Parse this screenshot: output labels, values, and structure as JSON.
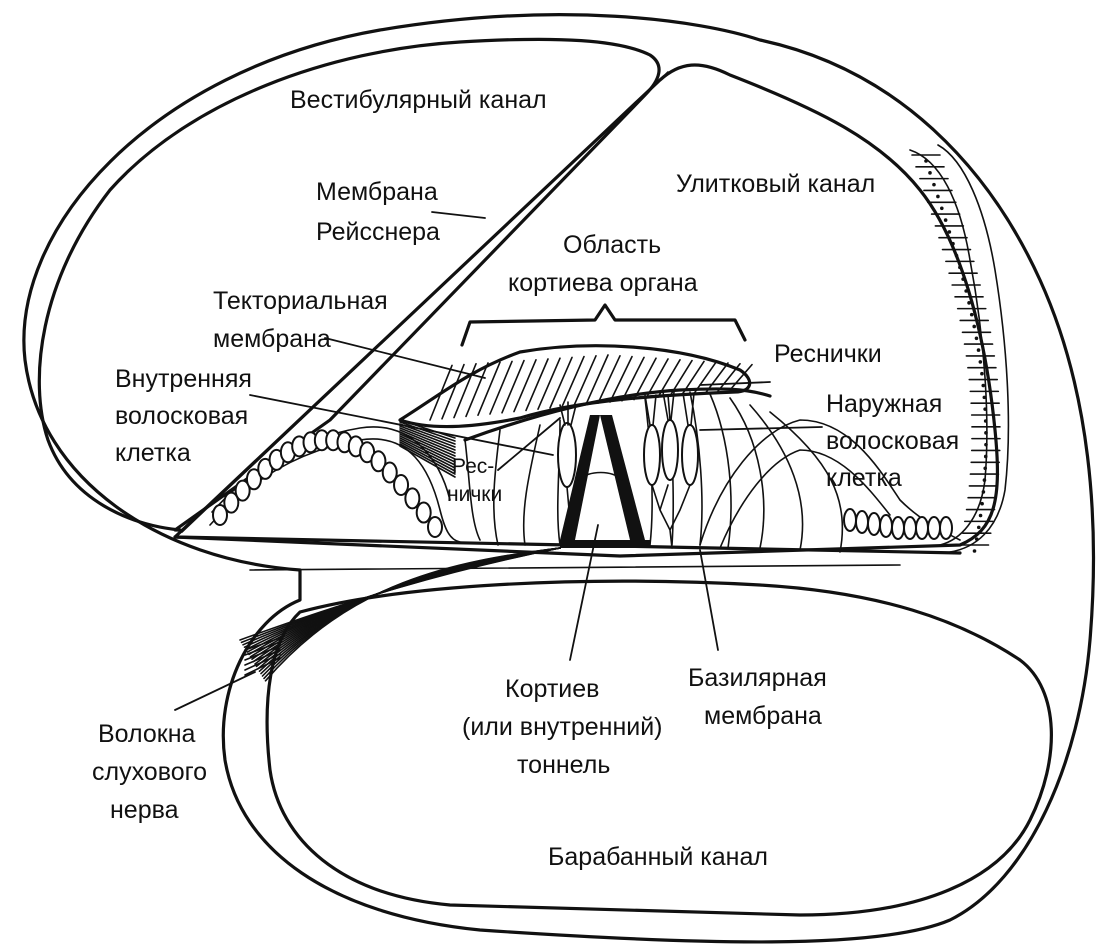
{
  "labels": {
    "vestibular_canal": "Вестибулярный канал",
    "reissner_line1": "Мембрана",
    "reissner_line2": "Рейсснера",
    "cochlear_duct": "Улитковый канал",
    "corti_region_line1": "Область",
    "corti_region_line2": "кортиева органа",
    "tectorial_line1": "Текториальная",
    "tectorial_line2": "мембрана",
    "cilia_top": "Реснички",
    "inner_hair_line1": "Внутренняя",
    "inner_hair_line2": "волосковая",
    "inner_hair_line3": "клетка",
    "outer_hair_line1": "Наружная",
    "outer_hair_line2": "волосковая",
    "outer_hair_line3": "клетка",
    "cilia_inner_line1": "Рес-",
    "cilia_inner_line2": "нички",
    "tunnel_line1": "Кортиев",
    "tunnel_line2": "(или внутренний)",
    "tunnel_line3": "тоннель",
    "basilar_line1": "Базилярная",
    "basilar_line2": "мембрана",
    "nerve_line1": "Волокна",
    "nerve_line2": "слухового",
    "nerve_line3": "нерва",
    "tympanic_canal": "Барабанный канал"
  }
}
